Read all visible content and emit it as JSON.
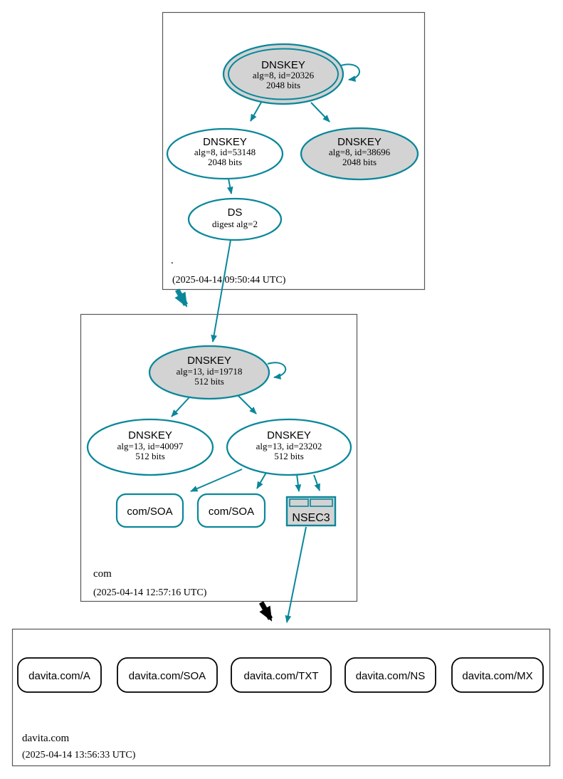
{
  "diagram": {
    "colors": {
      "secure_teal": "#0a879a",
      "node_gray_fill": "#d3d3d3",
      "zone_box_border": "#575757",
      "insecure_black": "#000000"
    },
    "zones": [
      {
        "name": ".",
        "timestamp": "(2025-04-14 09:50:44 UTC)",
        "nodes": {
          "ksk": {
            "title": "DNSKEY",
            "detail": "alg=8, id=20326",
            "bits": "2048 bits"
          },
          "zsk1": {
            "title": "DNSKEY",
            "detail": "alg=8, id=53148",
            "bits": "2048 bits"
          },
          "zsk2": {
            "title": "DNSKEY",
            "detail": "alg=8, id=38696",
            "bits": "2048 bits"
          },
          "ds": {
            "title": "DS",
            "detail": "digest alg=2"
          }
        }
      },
      {
        "name": "com",
        "timestamp": "(2025-04-14 12:57:16 UTC)",
        "nodes": {
          "ksk": {
            "title": "DNSKEY",
            "detail": "alg=13, id=19718",
            "bits": "512 bits"
          },
          "zsk1": {
            "title": "DNSKEY",
            "detail": "alg=13, id=40097",
            "bits": "512 bits"
          },
          "zsk2": {
            "title": "DNSKEY",
            "detail": "alg=13, id=23202",
            "bits": "512 bits"
          },
          "soa1": {
            "label": "com/SOA"
          },
          "soa2": {
            "label": "com/SOA"
          },
          "nsec3": {
            "label": "NSEC3"
          }
        }
      },
      {
        "name": "davita.com",
        "timestamp": "(2025-04-14 13:56:33 UTC)",
        "nodes": {
          "a": {
            "label": "davita.com/A"
          },
          "soa": {
            "label": "davita.com/SOA"
          },
          "txt": {
            "label": "davita.com/TXT"
          },
          "ns": {
            "label": "davita.com/NS"
          },
          "mx": {
            "label": "davita.com/MX"
          }
        }
      }
    ]
  }
}
